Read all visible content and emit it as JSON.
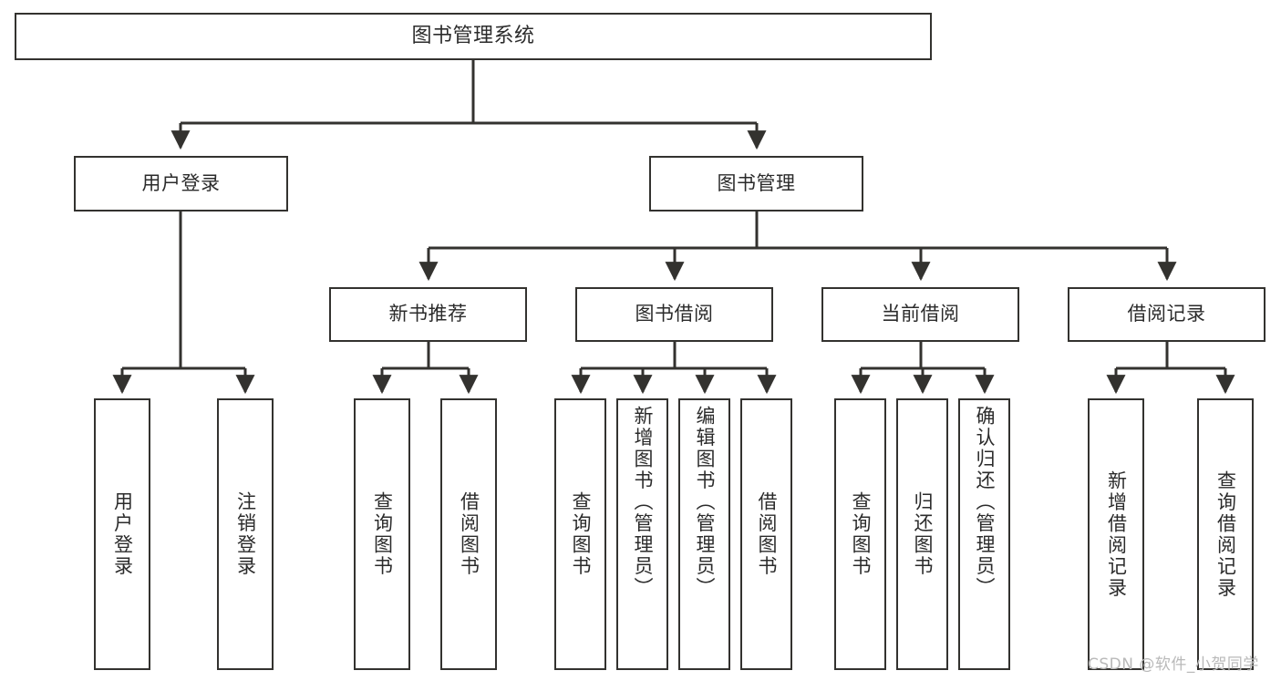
{
  "diagram": {
    "title": "图书管理系统",
    "type": "hierarchy-tree",
    "levels": 4,
    "root": {
      "label": "图书管理系统"
    },
    "level2": [
      {
        "label": "用户登录"
      },
      {
        "label": "图书管理"
      }
    ],
    "level3": [
      {
        "label": "新书推荐"
      },
      {
        "label": "图书借阅"
      },
      {
        "label": "当前借阅"
      },
      {
        "label": "借阅记录"
      }
    ],
    "leaves": {
      "user_login": [
        {
          "label": "用户登录"
        },
        {
          "label": "注销登录"
        }
      ],
      "new_book_recommend": [
        {
          "label": "查询图书"
        },
        {
          "label": "借阅图书"
        }
      ],
      "book_borrow": [
        {
          "label": "查询图书"
        },
        {
          "label": "新增图书（管理员）"
        },
        {
          "label": "编辑图书（管理员）"
        },
        {
          "label": "借阅图书"
        }
      ],
      "current_borrow": [
        {
          "label": "查询图书"
        },
        {
          "label": "归还图书"
        },
        {
          "label": "确认归还（管理员）"
        }
      ],
      "borrow_record": [
        {
          "label": "新增借阅记录"
        },
        {
          "label": "查询借阅记录"
        }
      ]
    }
  },
  "watermark": {
    "text": "CSDN @软件_小贺同学"
  },
  "colors": {
    "stroke": "#33322f",
    "text": "#2b2b2b",
    "background": "#ffffff",
    "watermark": "#b9b9b9"
  }
}
